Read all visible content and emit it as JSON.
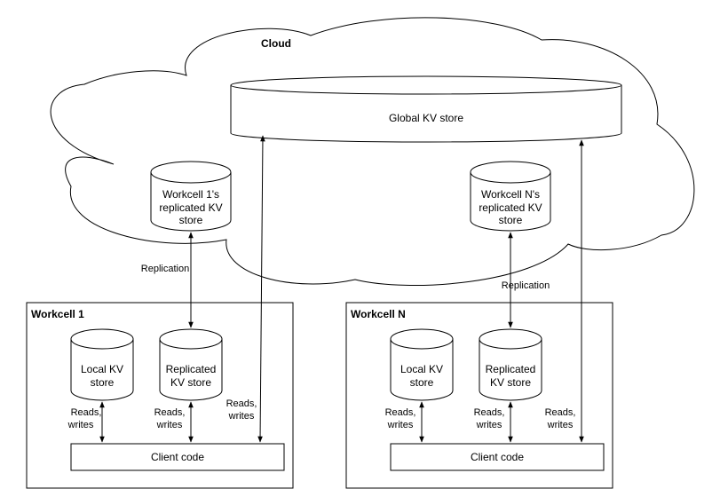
{
  "cloud": {
    "title": "Cloud",
    "global_store": "Global KV store",
    "wc1_replica": [
      "Workcell 1's",
      "replicated KV",
      "store"
    ],
    "wcn_replica": [
      "Workcell N's",
      "replicated KV",
      "store"
    ]
  },
  "replication_left": "Replication",
  "replication_right": "Replication",
  "workcell_1": {
    "title": "Workcell 1",
    "local_store": [
      "Local KV",
      "store"
    ],
    "replicated_store": [
      "Replicated",
      "KV store"
    ],
    "reads_local": [
      "Reads,",
      "writes"
    ],
    "reads_replicated": [
      "Reads,",
      "writes"
    ],
    "reads_global": [
      "Reads,",
      "writes"
    ],
    "client": "Client code"
  },
  "workcell_n": {
    "title": "Workcell N",
    "local_store": [
      "Local KV",
      "store"
    ],
    "replicated_store": [
      "Replicated",
      "KV store"
    ],
    "reads_local": [
      "Reads,",
      "writes"
    ],
    "reads_replicated": [
      "Reads,",
      "writes"
    ],
    "reads_global": [
      "Reads,",
      "writes"
    ],
    "client": "Client code"
  },
  "colors": {
    "stroke": "#000000",
    "fill": "#ffffff"
  }
}
